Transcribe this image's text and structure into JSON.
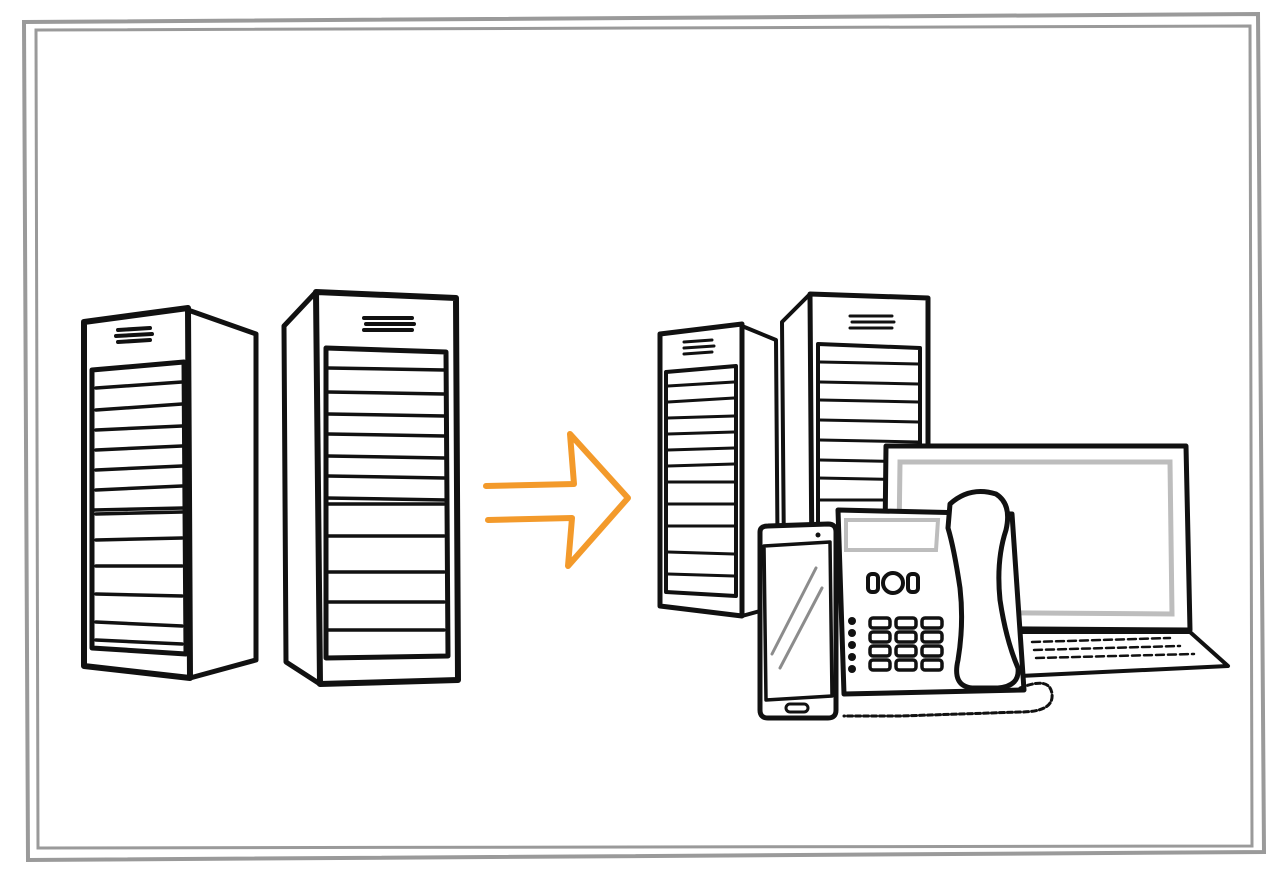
{
  "diagram": {
    "frame_color": "#9a9a9a",
    "ink_color": "#111111",
    "arrow_color": "#f39a2b",
    "screen_tint": "#bdbdbd",
    "left_group": {
      "items": [
        "server-tower",
        "server-tower"
      ]
    },
    "right_group": {
      "items": [
        "server-tower",
        "server-tower",
        "laptop",
        "desk-phone",
        "smartphone"
      ]
    },
    "arrow": {
      "direction": "right"
    }
  }
}
